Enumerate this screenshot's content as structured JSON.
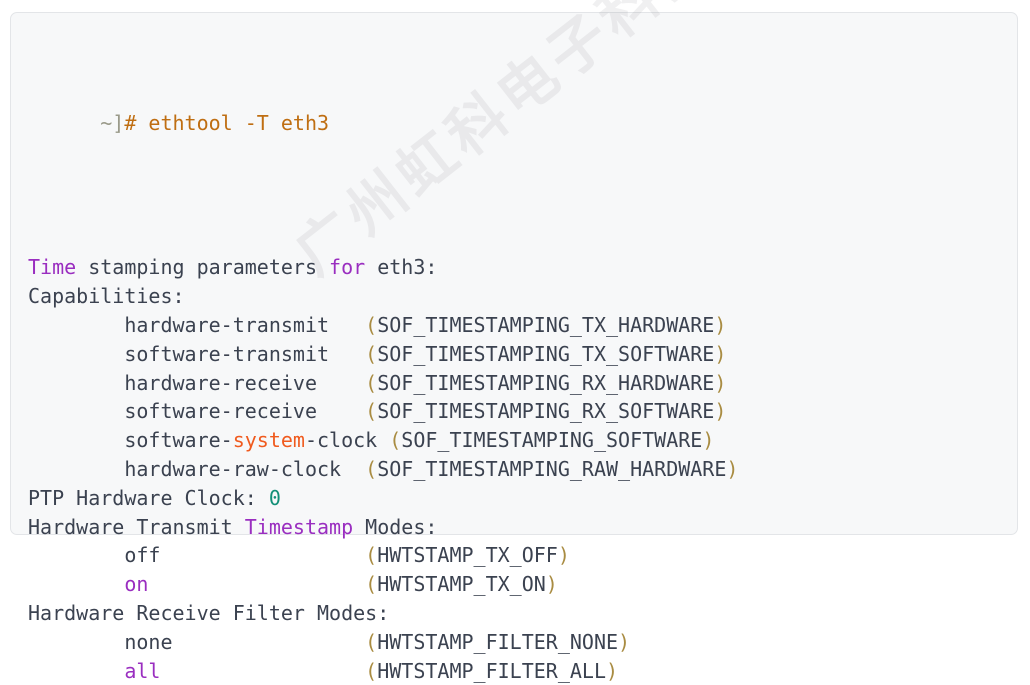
{
  "watermark": {
    "text": "广州虹科电子科技有限公司"
  },
  "code_block": {
    "command_line": {
      "prompt": "~]",
      "command": "# ethtool -T eth3"
    },
    "lines": [
      {
        "id": "line-header",
        "segments": [
          {
            "text": "Time",
            "style": "keyword"
          },
          {
            "text": " stamping parameters ",
            "style": "plain"
          },
          {
            "text": "for",
            "style": "keyword"
          },
          {
            "text": " eth3:",
            "style": "plain"
          }
        ]
      },
      {
        "id": "line-capabilities",
        "segments": [
          {
            "text": "Capabilities:",
            "style": "plain"
          }
        ]
      },
      {
        "id": "line-hardware-transmit",
        "segments": [
          {
            "text": "        hardware-transmit   ",
            "style": "plain"
          },
          {
            "text": "(",
            "style": "paren"
          },
          {
            "text": "SOF_TIMESTAMPING_TX_HARDWARE",
            "style": "ident"
          },
          {
            "text": ")",
            "style": "paren"
          }
        ]
      },
      {
        "id": "line-software-transmit",
        "segments": [
          {
            "text": "        software-transmit   ",
            "style": "plain"
          },
          {
            "text": "(",
            "style": "paren"
          },
          {
            "text": "SOF_TIMESTAMPING_TX_SOFTWARE",
            "style": "ident"
          },
          {
            "text": ")",
            "style": "paren"
          }
        ]
      },
      {
        "id": "line-hardware-receive",
        "segments": [
          {
            "text": "        hardware-receive    ",
            "style": "plain"
          },
          {
            "text": "(",
            "style": "paren"
          },
          {
            "text": "SOF_TIMESTAMPING_RX_HARDWARE",
            "style": "ident"
          },
          {
            "text": ")",
            "style": "paren"
          }
        ]
      },
      {
        "id": "line-software-receive",
        "segments": [
          {
            "text": "        software-receive    ",
            "style": "plain"
          },
          {
            "text": "(",
            "style": "paren"
          },
          {
            "text": "SOF_TIMESTAMPING_RX_SOFTWARE",
            "style": "ident"
          },
          {
            "text": ")",
            "style": "paren"
          }
        ]
      },
      {
        "id": "line-software-system-clock",
        "segments": [
          {
            "text": "        software-",
            "style": "plain"
          },
          {
            "text": "system",
            "style": "orange"
          },
          {
            "text": "-clock ",
            "style": "plain"
          },
          {
            "text": "(",
            "style": "paren"
          },
          {
            "text": "SOF_TIMESTAMPING_SOFTWARE",
            "style": "ident"
          },
          {
            "text": ")",
            "style": "paren"
          }
        ]
      },
      {
        "id": "line-hardware-raw-clock",
        "segments": [
          {
            "text": "        hardware-raw-clock  ",
            "style": "plain"
          },
          {
            "text": "(",
            "style": "paren"
          },
          {
            "text": "SOF_TIMESTAMPING_RAW_HARDWARE",
            "style": "ident"
          },
          {
            "text": ")",
            "style": "paren"
          }
        ]
      },
      {
        "id": "line-ptp-hardware-clock",
        "segments": [
          {
            "text": "PTP Hardware Clock: ",
            "style": "plain"
          },
          {
            "text": "0",
            "style": "number"
          }
        ]
      },
      {
        "id": "line-hw-transmit-timestamp-modes",
        "segments": [
          {
            "text": "Hardware Transmit ",
            "style": "plain"
          },
          {
            "text": "Timestamp",
            "style": "keyword"
          },
          {
            "text": " Modes:",
            "style": "plain"
          }
        ]
      },
      {
        "id": "line-mode-off",
        "segments": [
          {
            "text": "        off                 ",
            "style": "plain"
          },
          {
            "text": "(",
            "style": "paren"
          },
          {
            "text": "HWTSTAMP_TX_OFF",
            "style": "ident"
          },
          {
            "text": ")",
            "style": "paren"
          }
        ]
      },
      {
        "id": "line-mode-on",
        "segments": [
          {
            "text": "        ",
            "style": "plain"
          },
          {
            "text": "on",
            "style": "keyword"
          },
          {
            "text": "                  ",
            "style": "plain"
          },
          {
            "text": "(",
            "style": "paren"
          },
          {
            "text": "HWTSTAMP_TX_ON",
            "style": "ident"
          },
          {
            "text": ")",
            "style": "paren"
          }
        ]
      },
      {
        "id": "line-hw-receive-filter-modes",
        "segments": [
          {
            "text": "Hardware Receive Filter Modes:",
            "style": "plain"
          }
        ]
      },
      {
        "id": "line-filter-none",
        "segments": [
          {
            "text": "        none                ",
            "style": "plain"
          },
          {
            "text": "(",
            "style": "paren"
          },
          {
            "text": "HWTSTAMP_FILTER_NONE",
            "style": "ident"
          },
          {
            "text": ")",
            "style": "paren"
          }
        ]
      },
      {
        "id": "line-filter-all",
        "segments": [
          {
            "text": "        ",
            "style": "plain"
          },
          {
            "text": "all",
            "style": "keyword"
          },
          {
            "text": "                 ",
            "style": "plain"
          },
          {
            "text": "(",
            "style": "paren"
          },
          {
            "text": "HWTSTAMP_FILTER_ALL",
            "style": "ident"
          },
          {
            "text": ")",
            "style": "paren"
          }
        ]
      }
    ]
  },
  "colors": {
    "background": "#ffffff",
    "block_background": "#f7f8f9",
    "block_border": "#e3e5e8",
    "text": "#3b4250",
    "prompt": "#9a9a8a",
    "command": "#bf6e12",
    "keyword": "#9a2ec0",
    "orange": "#f05a1e",
    "paren": "#a98c42",
    "number": "#128f77"
  }
}
